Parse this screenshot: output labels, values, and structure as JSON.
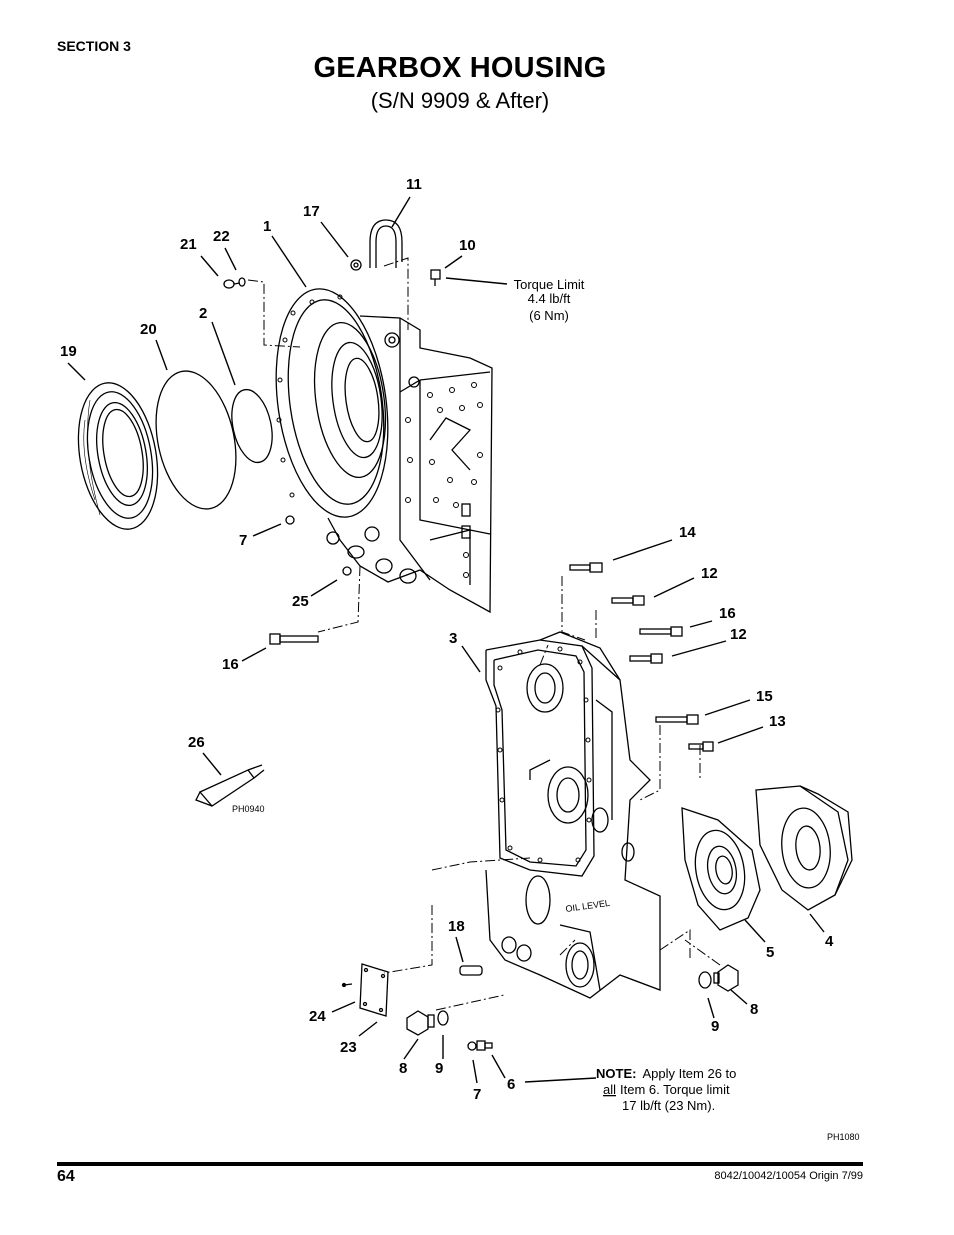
{
  "header": {
    "section": "SECTION 3",
    "title": "GEARBOX HOUSING",
    "subtitle": "(S/N 9909 & After)"
  },
  "callouts": [
    "11",
    "17",
    "10",
    "22",
    "21",
    "1",
    "2",
    "20",
    "19",
    "7",
    "25",
    "16",
    "14",
    "12",
    "16",
    "12",
    "3",
    "15",
    "13",
    "26",
    "5",
    "4",
    "18",
    "8",
    "9",
    "24",
    "23",
    "8",
    "9",
    "7",
    "6"
  ],
  "torque_note": {
    "line1": "Torque Limit",
    "line2": "4.4 lb/ft",
    "line3": "(6 Nm)"
  },
  "note": {
    "label": "NOTE:",
    "line1": "Apply Item 26 to",
    "line2_underline": "all",
    "line2_rest": "Item 6. Torque limit",
    "line3": "17 lb/ft (23 Nm)."
  },
  "image_codes": {
    "tube": "PH0940",
    "main": "PH1080"
  },
  "footer": {
    "page_number": "64",
    "origin": "8042/10042/10054 Origin 7/99"
  }
}
